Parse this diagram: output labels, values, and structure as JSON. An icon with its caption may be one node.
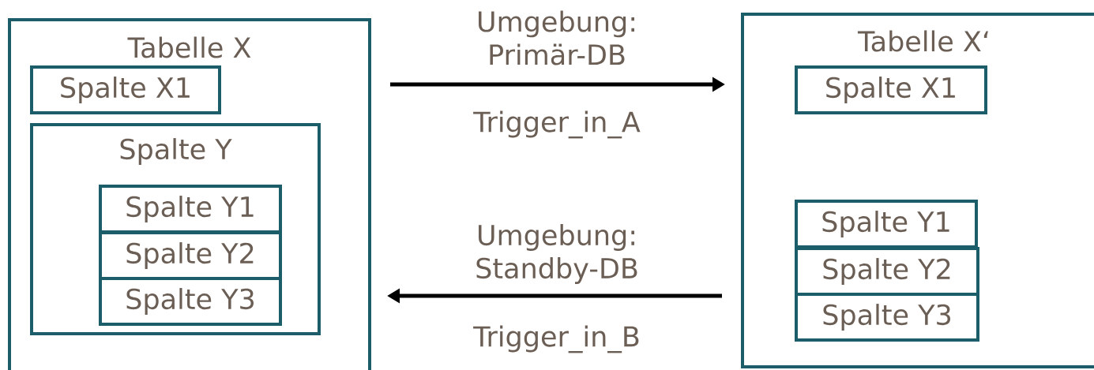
{
  "diagram": {
    "nodes": [
      {
        "text": [
          "Tabelle X"
        ]
      },
      {
        "text": [
          "Spalte X1"
        ],
        "in": 0
      },
      {
        "text": [
          "Spalte Y"
        ],
        "in": 0
      },
      {
        "text": [
          "Spalte Y1"
        ],
        "in": 2
      },
      {
        "text": [
          "Spalte Y2"
        ],
        "in": 2
      },
      {
        "text": [
          "Spalte Y3"
        ],
        "in": 2
      },
      {
        "text": [
          "Tabelle X‘"
        ]
      },
      {
        "text": [
          "Spalte X1"
        ],
        "in": 6
      },
      {
        "text": [
          "Spalte Y1"
        ],
        "in": 6
      },
      {
        "text": [
          "Spalte Y2"
        ],
        "in": 6
      },
      {
        "text": [
          "Spalte Y3"
        ],
        "in": 6
      }
    ],
    "edges": [
      {
        "from": 0,
        "to": 6,
        "arrow": "to",
        "label": "Umgebung: Primär-DB"
      },
      {
        "from": 6,
        "to": 0,
        "arrow": "to",
        "label": "Umgebung: Standby-DB"
      }
    ],
    "labels": [
      "Trigger_in_A",
      "Trigger_in_B"
    ]
  }
}
